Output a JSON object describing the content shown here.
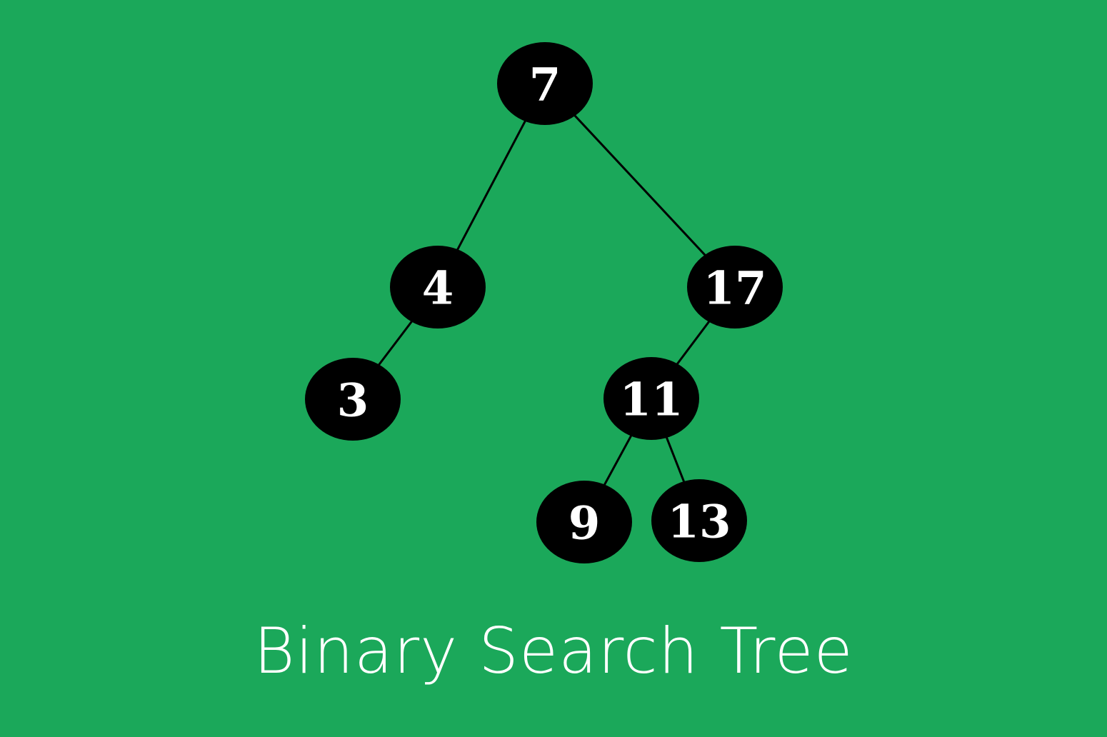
{
  "colors": {
    "background": "#1ba85a",
    "node_fill": "#000000",
    "node_text": "#ffffff",
    "edge": "#000000",
    "caption": "#ffffff"
  },
  "diagram": {
    "caption": "Binary Search Tree",
    "nodes": [
      {
        "id": "n7",
        "label": "7"
      },
      {
        "id": "n4",
        "label": "4"
      },
      {
        "id": "n17",
        "label": "17"
      },
      {
        "id": "n3",
        "label": "3"
      },
      {
        "id": "n11",
        "label": "11"
      },
      {
        "id": "n9",
        "label": "9"
      },
      {
        "id": "n13",
        "label": "13"
      }
    ],
    "edges": [
      {
        "from": "n7",
        "to": "n4"
      },
      {
        "from": "n7",
        "to": "n17"
      },
      {
        "from": "n4",
        "to": "n3"
      },
      {
        "from": "n17",
        "to": "n11"
      },
      {
        "from": "n11",
        "to": "n9"
      },
      {
        "from": "n11",
        "to": "n13"
      }
    ]
  }
}
